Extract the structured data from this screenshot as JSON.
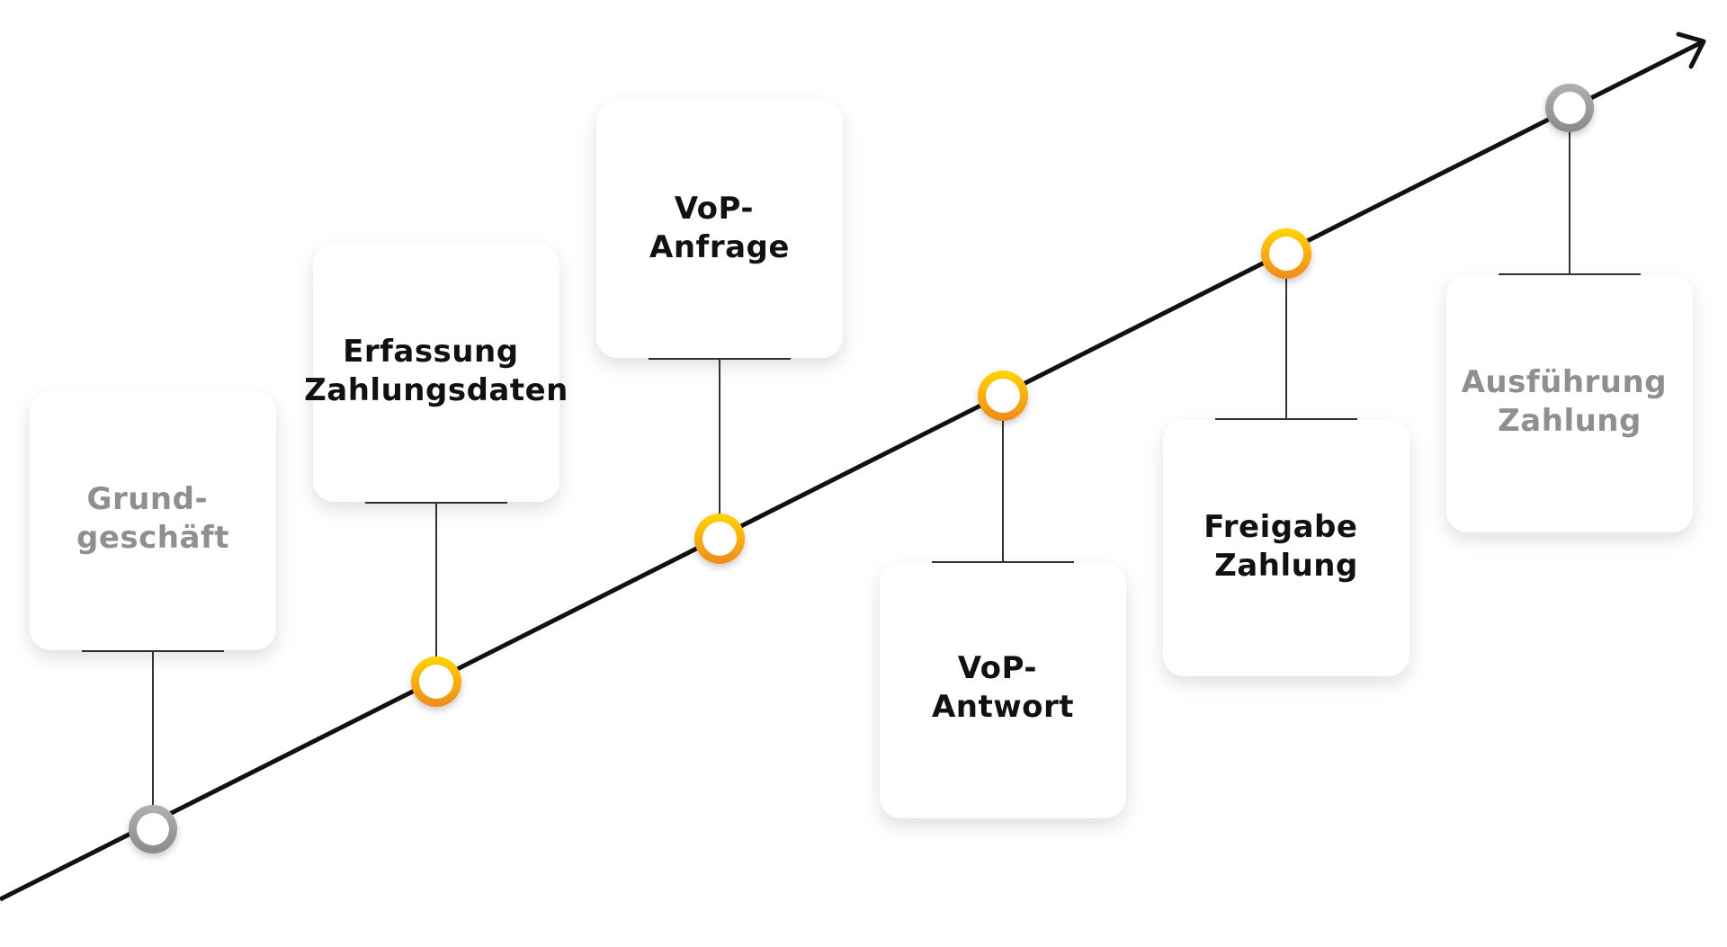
{
  "colors": {
    "axis": "#111111",
    "connector": "#333333",
    "card_bg": "#ffffff",
    "text_active": "#111111",
    "text_muted": "#8f8f8f",
    "node_active_top": "#ffd400",
    "node_active_bottom": "#f08a1e",
    "node_muted": "#9a9a9a"
  },
  "steps": [
    {
      "line1": "Grund-",
      "line2": "geschäft",
      "state": "muted"
    },
    {
      "line1": "Erfassung",
      "line2": "Zahlungsdaten",
      "state": "active"
    },
    {
      "line1": "VoP-",
      "line2": "Anfrage",
      "state": "active"
    },
    {
      "line1": "VoP-",
      "line2": "Antwort",
      "state": "active"
    },
    {
      "line1": "Freigabe",
      "line2": "Zahlung",
      "state": "active"
    },
    {
      "line1": "Ausführung",
      "line2": "Zahlung",
      "state": "muted"
    }
  ]
}
